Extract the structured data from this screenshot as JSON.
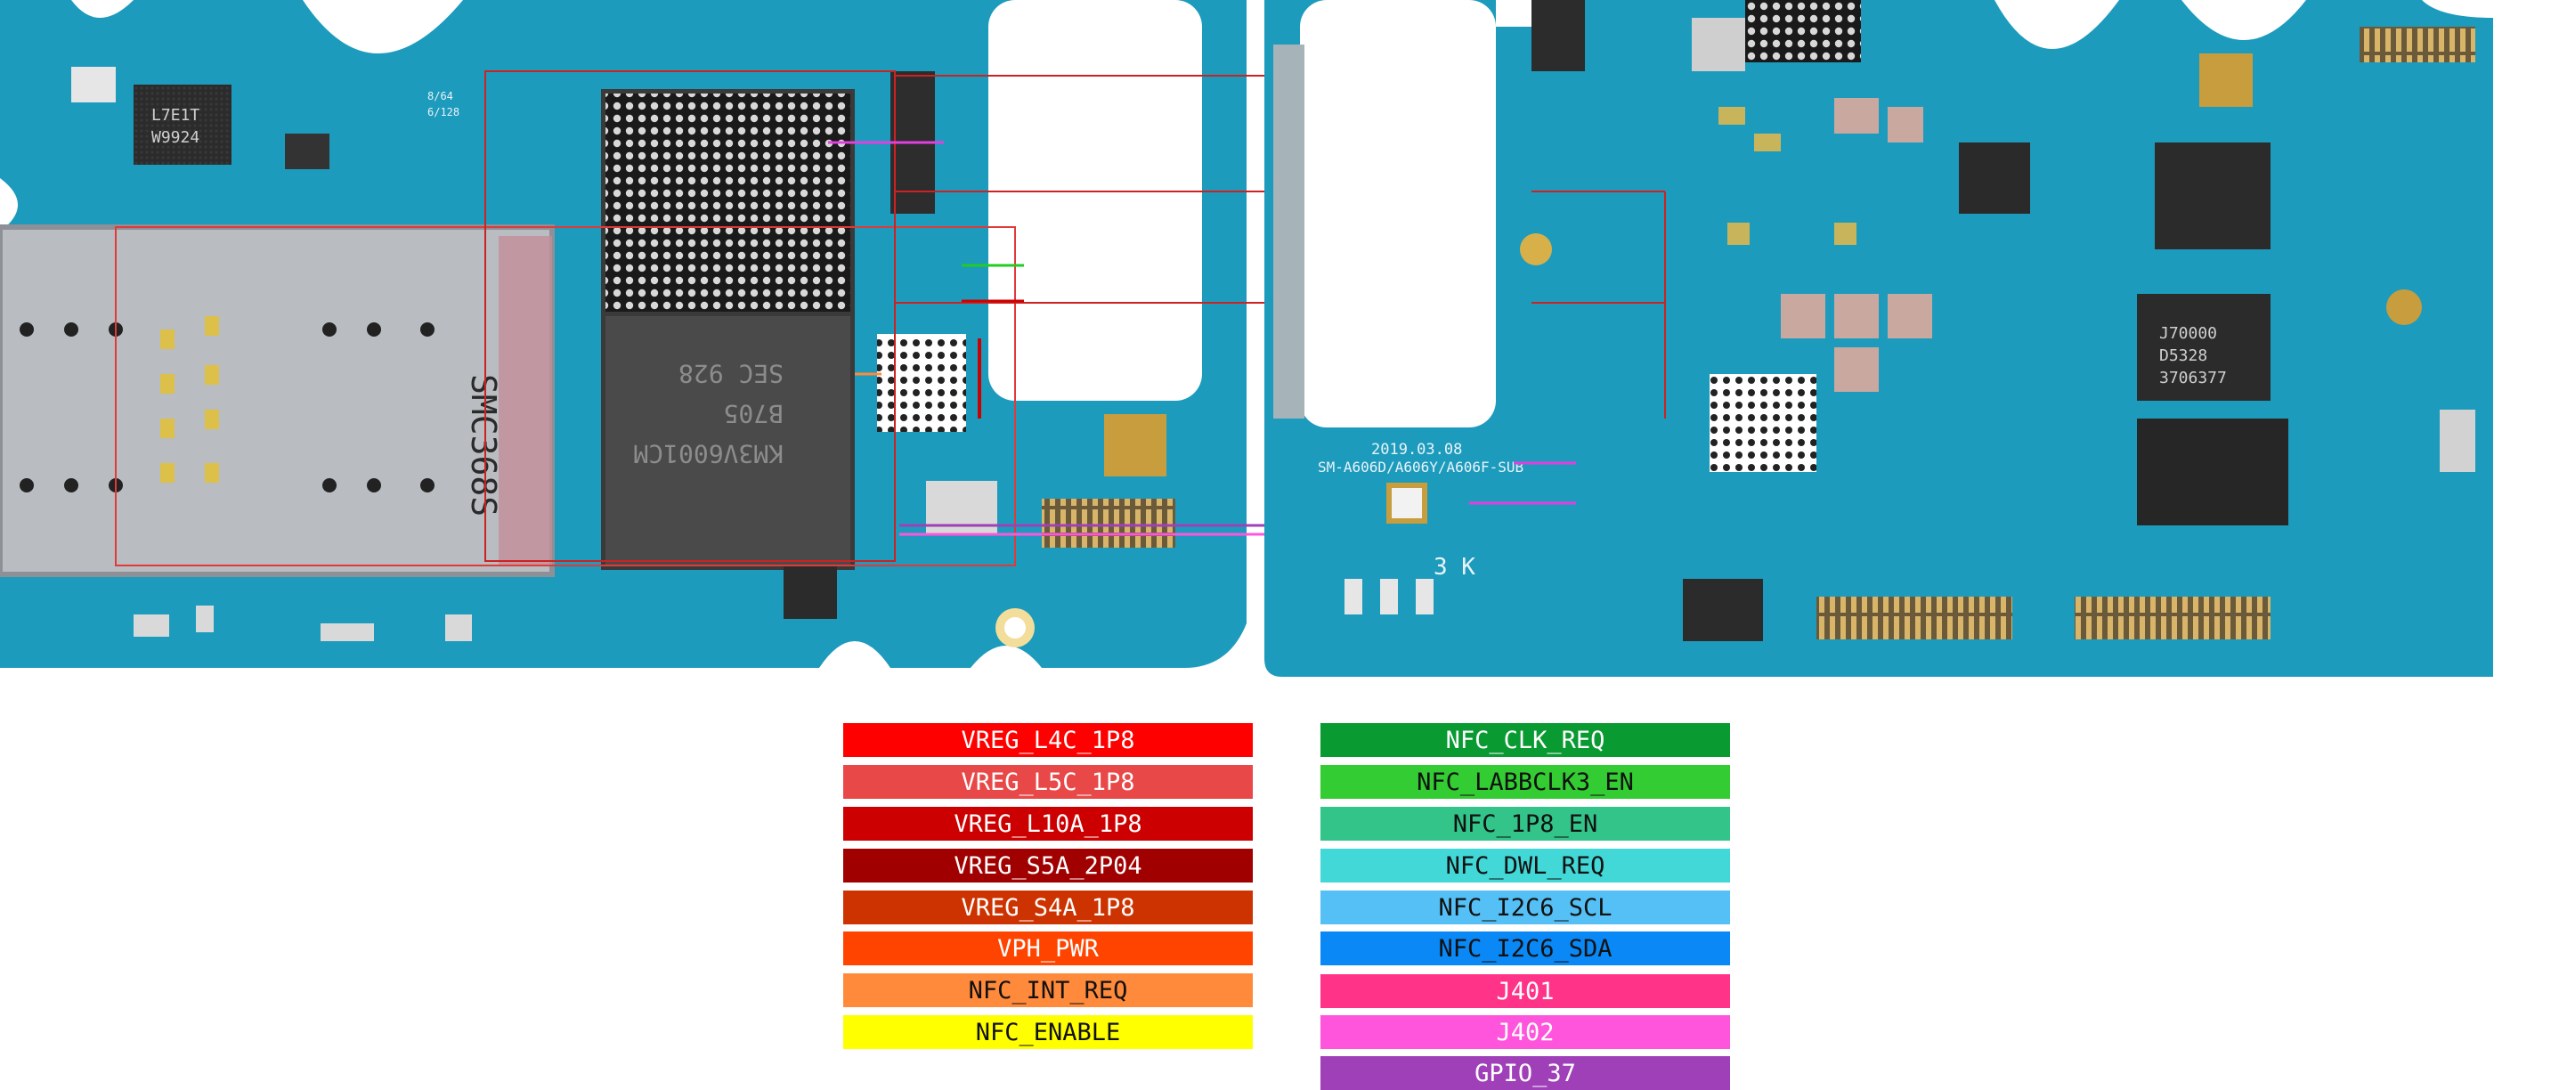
{
  "board": {
    "markings": {
      "date": "2019.03.08",
      "model": "SM-A606D/A606Y/A606F-SUB",
      "chip_l7e1t": "L7E1T",
      "chip_w9924": "W9924",
      "sim": "SMC368S",
      "emcp_line1": "KM3V6001CM",
      "emcp_line2": "B705",
      "emcp_line3": "SEC 928",
      "label_8_64": "8/64",
      "label_6_128": "6/128",
      "label_3k": "3 K",
      "chip_1": "J70000",
      "chip_2": "D5328",
      "chip_3": "3706377"
    }
  },
  "legend": {
    "colors": {
      "vreg_l4c_1p8": "#ff0000",
      "vreg_l5c_1p8": "#e84848",
      "vreg_l10a_1p8": "#cc0000",
      "vreg_s5a_2p04": "#a00000",
      "vreg_s4a_1p8": "#cc3300",
      "vph_pwr": "#ff4400",
      "nfc_int_req": "#ff8a3c",
      "nfc_enable": "#ffff00",
      "nfc_clk_req": "#0a9a32",
      "nfc_labbclk3_en": "#33cc33",
      "nfc_1p8_en": "#33c48a",
      "nfc_dwl_req": "#42d8d8",
      "nfc_i2c6_scl": "#55c0f5",
      "nfc_i2c6_sda": "#0a88f5",
      "j401": "#ff3388",
      "j402": "#ff55dd",
      "gpio_37": "#a040b8"
    },
    "left": [
      {
        "label": "VREG_L4C_1P8"
      },
      {
        "label": "VREG_L5C_1P8"
      },
      {
        "label": "VREG_L10A_1P8"
      },
      {
        "label": "VREG_S5A_2P04"
      },
      {
        "label": "VREG_S4A_1P8"
      },
      {
        "label": "VPH_PWR"
      },
      {
        "label": "NFC_INT_REQ"
      },
      {
        "label": "NFC_ENABLE"
      }
    ],
    "right": [
      {
        "label": "NFC_CLK_REQ"
      },
      {
        "label": "NFC_LABBCLK3_EN"
      },
      {
        "label": "NFC_1P8_EN"
      },
      {
        "label": "NFC_DWL_REQ"
      },
      {
        "label": "NFC_I2C6_SCL"
      },
      {
        "label": "NFC_I2C6_SDA"
      },
      {
        "label": "J401"
      },
      {
        "label": "J402"
      },
      {
        "label": "GPIO_37"
      }
    ]
  }
}
